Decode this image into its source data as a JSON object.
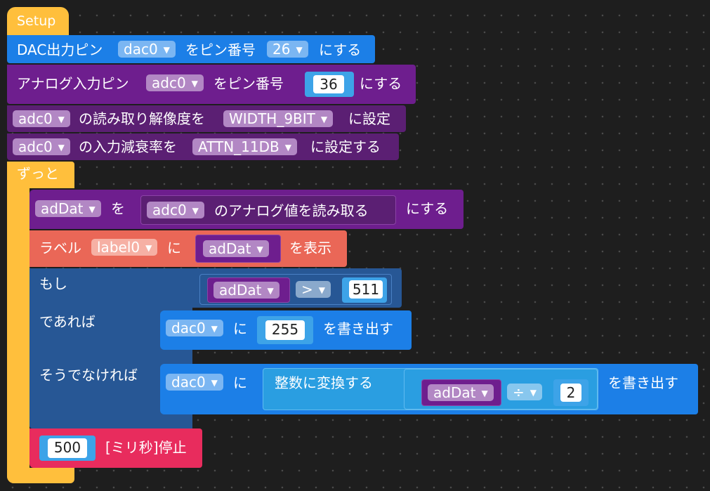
{
  "setup": {
    "label": "Setup"
  },
  "dac_pin": {
    "prefix": "DAC出力ピン",
    "pin": "dac0",
    "mid": "をピン番号",
    "num": "26",
    "suffix": "にする"
  },
  "adc_pin": {
    "prefix": "アナログ入力ピン",
    "pin": "adc0",
    "mid": "をピン番号",
    "num": "36",
    "suffix": "にする"
  },
  "adc_width": {
    "pin": "adc0",
    "mid": "の読み取り解像度を",
    "value": "WIDTH_9BIT",
    "suffix": "に設定"
  },
  "adc_atten": {
    "pin": "adc0",
    "mid": "の入力減衰率を",
    "value": "ATTN_11DB",
    "suffix": "に設定する"
  },
  "loop": {
    "label": "ずっと"
  },
  "assign": {
    "var": "adDat",
    "wo": "を",
    "pin": "adc0",
    "read": "のアナログ値を読み取る",
    "suffix": "にする"
  },
  "label_show": {
    "prefix": "ラベル",
    "label": "label0",
    "ni": "に",
    "var": "adDat",
    "suffix": "を表示"
  },
  "if_block": {
    "if": "もし",
    "then": "であれば",
    "else": "そうでなければ",
    "var": "adDat",
    "op": ">",
    "num": "511"
  },
  "write_then": {
    "pin": "dac0",
    "ni": "に",
    "num": "255",
    "suffix": "を書き出す"
  },
  "write_else": {
    "pin": "dac0",
    "ni": "に",
    "convert": "整数に変換する",
    "var": "adDat",
    "op": "÷",
    "num": "2",
    "suffix": "を書き出す"
  },
  "delay": {
    "num": "500",
    "label": "[ミリ秒]停止"
  },
  "arrow_glyph": "▼"
}
